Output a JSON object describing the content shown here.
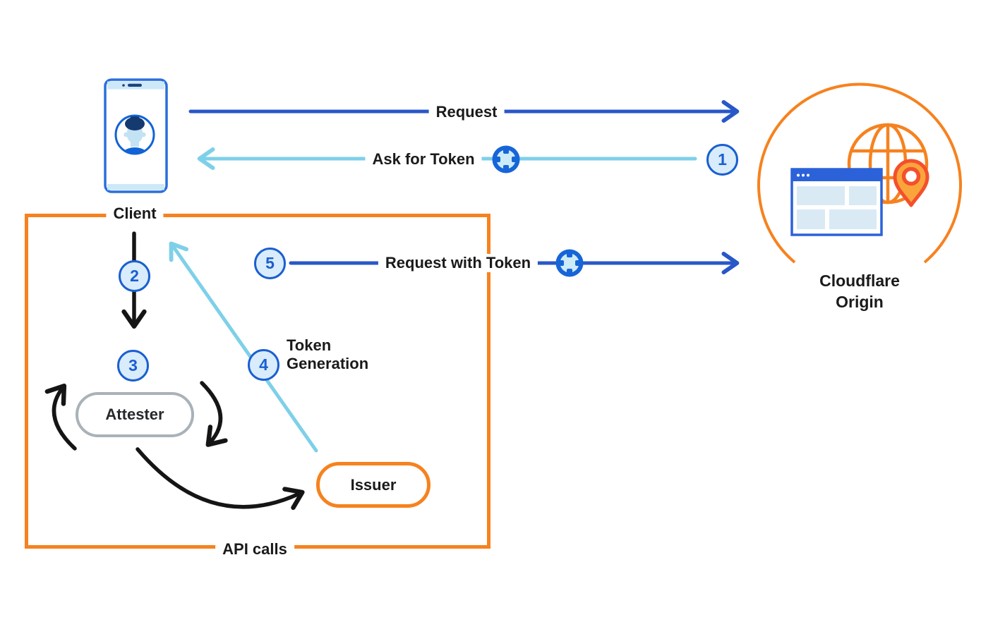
{
  "colors": {
    "orange": "#F6821F",
    "dark_blue_arrow": "#2857C8",
    "light_blue_arrow": "#7ED0E8",
    "step_ring": "#1A5FD0",
    "step_fill": "#D9ECFB",
    "attester_gray": "#A9B2B8",
    "pin_red": "#F4502C",
    "pin_amber": "#FAA53C",
    "phone_blue": "#2B6FDB",
    "text_black": "#1A1A1A"
  },
  "nodes": {
    "client": {
      "label": "Client"
    },
    "origin": {
      "label_line1": "Cloudflare",
      "label_line2": "Origin"
    },
    "attester": {
      "label": "Attester"
    },
    "issuer": {
      "label": "Issuer"
    }
  },
  "flows": {
    "request": {
      "label": "Request"
    },
    "ask_for_token": {
      "label": "Ask for Token"
    },
    "request_with_token": {
      "label": "Request with Token"
    },
    "token_generation": {
      "line1": "Token",
      "line2": "Generation"
    },
    "api_calls": {
      "label": "API calls"
    }
  },
  "steps": [
    "1",
    "2",
    "3",
    "4",
    "5"
  ]
}
